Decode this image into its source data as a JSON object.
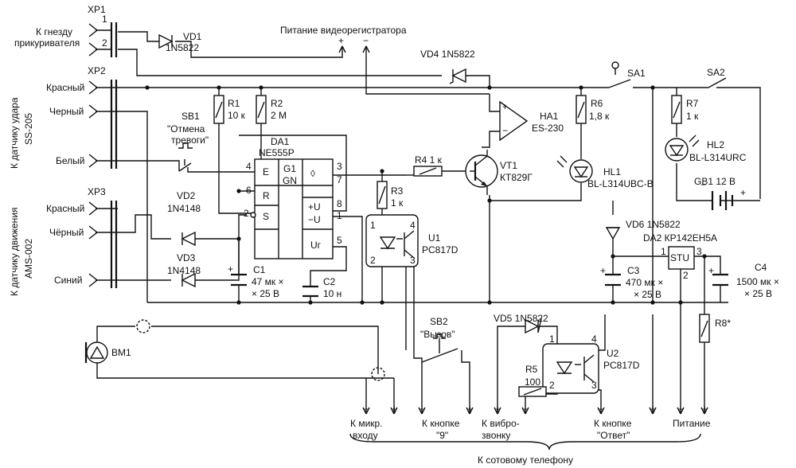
{
  "diagram": {
    "labels": {
      "xp1": "XP1",
      "xp1_pin1": "1",
      "xp1_pin2": "2",
      "xp1_desc_line1": "К гнезду",
      "xp1_desc_line2": "прикуривателя",
      "xp2": "XP2",
      "xp3": "XP3",
      "side_shock_line1": "К датчику удара",
      "side_shock_line2": "SS-205",
      "side_motion_line1": "К датчику движения",
      "side_motion_line2": "AMS-002",
      "wire_red": "Красный",
      "wire_black": "Черный",
      "wire_white": "Белый",
      "wire_red2": "Красный",
      "wire_black2": "Чёрный",
      "wire_blue": "Синий",
      "vd1": "VD1",
      "vd1_type": "1N5822",
      "power_recorder": "Питание видеорегистратора",
      "vd4": "VD4 1N5822",
      "sb1": "SB1",
      "sb1_desc_line1": "\"Отмена",
      "sb1_desc_line2": "тревоги\"",
      "r1": "R1",
      "r1_val": "10 к",
      "r2": "R2",
      "r2_val": "2 М",
      "da1": "DA1",
      "da1_type": "NE555P",
      "pin_e": "E",
      "pin_r": "R",
      "pin_s": "S",
      "pin_g1": "G1",
      "pin_gn": "GN",
      "pin_u": "+U",
      "pin_mu": "−U",
      "pin_ur": "Uг",
      "vd2": "VD2",
      "vd2_type": "1N4148",
      "vd3": "VD3",
      "vd3_type": "1N4148",
      "c1": "C1",
      "c1_line1": "47 мк ×",
      "c1_line2": "× 25 В",
      "c2": "C2",
      "c2_val": "10 н",
      "r4": "R4 1 к",
      "r3": "R3",
      "r3_val": "1 к",
      "u1": "U1",
      "u1_type": "PC817D",
      "ha1": "HA1",
      "ha1_type": "ES-230",
      "vt1": "VT1",
      "vt1_type": "КТ829Г",
      "r6": "R6",
      "r6_val": "1,8 к",
      "hl1": "HL1",
      "hl1_type": "BL-L314UBC-B",
      "sa1": "SA1",
      "sa2": "SA2",
      "r7": "R7",
      "r7_val": "1 к",
      "hl2": "HL2",
      "hl2_type": "BL-L314URC",
      "gb1": "GB1 12 В",
      "vd6": "VD6 1N5822",
      "da2": "DA2 КР142ЕН5А",
      "stu": "STU",
      "c3": "C3",
      "c3_line1": "470 мк ×",
      "c3_line2": "× 25 В",
      "c4": "C4",
      "c4_line1": "1500 мк ×",
      "c4_line2": "× 25 В",
      "r8": "R8*",
      "bm1": "BM1",
      "sb2": "SB2",
      "sb2_desc": "\"Вызов\"",
      "vd5": "VD5 1N5822",
      "r5": "R5",
      "r5_val": "100",
      "u2": "U2",
      "u2_type": "PC817D",
      "mic_line1": "К микр.",
      "mic_line2": "входу",
      "btn9_line1": "К кнопке",
      "btn9_line2": "\"9\"",
      "vib_line1": "К вибро-",
      "vib_line2": "звонку",
      "answer_line1": "К кнопке",
      "answer_line2": "\"Ответ\"",
      "power": "Питание",
      "phone": "К сотовому телефону"
    }
  }
}
